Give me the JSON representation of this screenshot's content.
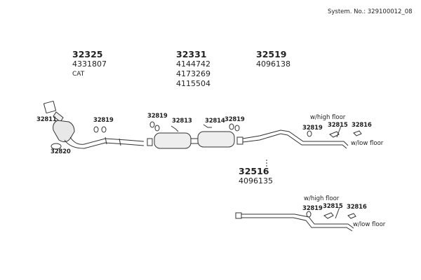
{
  "system_no": "System. No.: 329100012_08",
  "groups": [
    {
      "code": "32325",
      "parts": [
        "4331807",
        "CAT"
      ]
    },
    {
      "code": "32331",
      "parts": [
        "4144742",
        "4173269",
        "4115504"
      ]
    },
    {
      "code": "32519",
      "parts": [
        "4096138"
      ]
    },
    {
      "code": "32516",
      "parts": [
        "4096135"
      ]
    }
  ],
  "labels": {
    "gasket": "32811",
    "clamp": "32820",
    "hanger_a": "32819",
    "hanger_b": "32819",
    "bracket_a": "32813",
    "bracket_b": "32814",
    "hanger_c": "32819",
    "hanger_d": "32819",
    "bracket_c": "32815",
    "bracket_d": "32816",
    "high_floor": "w/high floor",
    "low_floor": "w/low floor",
    "hanger_e": "32819",
    "bracket_e": "32815",
    "bracket_f": "32816",
    "high_floor_2": "w/high floor",
    "low_floor_2": "w/low floor"
  }
}
